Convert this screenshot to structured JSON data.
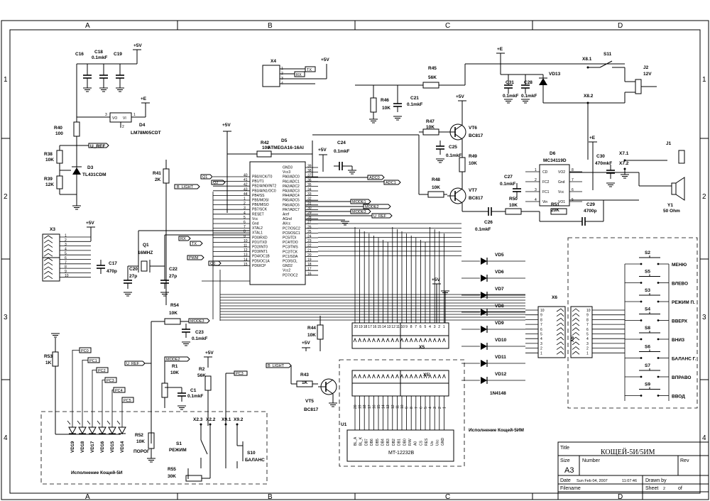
{
  "frame": {
    "columns": [
      "A",
      "B",
      "C",
      "D"
    ],
    "rows": [
      "1",
      "2",
      "3",
      "4"
    ]
  },
  "power": {
    "plus5v": "+5V",
    "plus_e": "+E"
  },
  "components": {
    "C16": "C16",
    "C18": "C18",
    "C18_val": "0.1mkF",
    "C19": "C19",
    "D4": "D4",
    "D4_part": "LM78M05CDT",
    "D4_vo": "VO",
    "D4_vi": "VI",
    "D4_pin3": "3",
    "D4_pin1": "1",
    "D4_pin2": "2",
    "R40": "R40",
    "R40_val": "100",
    "R38": "R38",
    "R38_val": "10K",
    "R39": "R39",
    "R39_val": "12K",
    "D3": "D3",
    "D3_part": "TL431CDM",
    "R41": "R41",
    "R41_val": "2K",
    "X4": "X4",
    "R42": "R42",
    "R42_val": "100",
    "D5": "D5",
    "D5_part": "ATMEGA16-16AI",
    "C24": "C24",
    "C24_val": "0.1mkF",
    "X3": "X3",
    "C17": "C17",
    "C17_val": "470p",
    "Q1": "Q1",
    "Q1_val": "16MHZ",
    "C20": "C20",
    "C20_val": "27p",
    "C22": "C22",
    "C22_val": "27p",
    "R45": "R45",
    "R45_val": "56K",
    "R46": "R46",
    "R46_val": "10K",
    "C21": "C21",
    "C21_val": "0.1mkF",
    "R47": "R47",
    "R47_val": "10K",
    "VT6": "VT6",
    "VT6_part": "BC817",
    "C25": "C25",
    "C25_val": "0.1mkF",
    "R49": "R49",
    "R49_val": "10K",
    "R48": "R48",
    "R48_val": "10K",
    "VT7": "VT7",
    "VT7_part": "BC817",
    "C26": "C26",
    "C26_val": "0.1mkF",
    "C31": "C31",
    "C31_val": "0.1mkF",
    "C28": "C28",
    "C28_val": "0.1mkF",
    "VD13": "VD13",
    "X81": "X8.1",
    "X82": "X8.2",
    "S11": "S11",
    "J2": "J2",
    "J2_val": "12V",
    "D6": "D6",
    "D6_part": "MC34119D",
    "C27": "C27",
    "C27_val": "0.1mkF",
    "R50": "R50",
    "R50_val": "10K",
    "R51": "R51",
    "R51_val": "20K",
    "C29": "C29",
    "C29_val": "4700p",
    "C30": "C30",
    "C30_val": "470mkF",
    "X71": "X7.1",
    "X72": "X7.2",
    "J1": "J1",
    "Y1": "Y1",
    "Y1_val": "50 Ohm",
    "R54": "R54",
    "R54_val": "10K",
    "C23": "C23",
    "C23_val": "0.1mkF",
    "R44": "R44",
    "R44_val": "10K",
    "X5": "X5",
    "X5b": "X5'",
    "R43": "R43",
    "R43_val": "1K",
    "VT5": "VT5",
    "VT5_part": "BC817",
    "U1": "U1",
    "U1_part": "MT-12232B",
    "X6": "X6",
    "X6b": "X6'",
    "R53": "R53",
    "R53_val": "1K",
    "R1": "R1",
    "R1_val": "10K",
    "R2": "R2",
    "R2_val": "56K",
    "C1": "C1",
    "C1_val": "0.1mkF",
    "R52": "R52",
    "R52_val": "10K",
    "R52_name": "ПОРОГ",
    "S1": "S1",
    "S1_name": "РЕЖИМ",
    "R55": "R55",
    "R55_val": "30K",
    "S10": "S10",
    "S10_name": "БАЛАНС",
    "X23": "X2.3",
    "X22": "X2.2",
    "X91": "X9.1",
    "X92": "X9.2",
    "diode_type": "1N4148",
    "variant_5i": "Исполнение Кощей-5И",
    "variant_5im": "Исполнение Кощей-5ИМ"
  },
  "mcu_pins": {
    "left": [
      {
        "num": "40",
        "name": "PB0/XCK/T0"
      },
      {
        "num": "41",
        "name": "PB1/T1"
      },
      {
        "num": "42",
        "name": "PB2/AIN0/INT2"
      },
      {
        "num": "43",
        "name": "PB3/AIN1/OC0"
      },
      {
        "num": "44",
        "name": "PB4/SS"
      },
      {
        "num": "1",
        "name": "PB5/MOSI"
      },
      {
        "num": "2",
        "name": "PB6/MISO"
      },
      {
        "num": "3",
        "name": "PB7/SCK"
      },
      {
        "num": "4",
        "name": "RESET"
      },
      {
        "num": "5",
        "name": "Vcc"
      },
      {
        "num": "6",
        "name": "Gnd"
      },
      {
        "num": "7",
        "name": "XTAL2"
      },
      {
        "num": "8",
        "name": "XTAL1"
      },
      {
        "num": "9",
        "name": "PD0/RXD"
      },
      {
        "num": "10",
        "name": "PD1/TXD"
      },
      {
        "num": "11",
        "name": "PD2/INT0"
      },
      {
        "num": "12",
        "name": "PD3/INT1"
      },
      {
        "num": "13",
        "name": "PD4/OC1B"
      },
      {
        "num": "14",
        "name": "PD5/OC1A"
      },
      {
        "num": "15",
        "name": "PD6/ICP"
      }
    ],
    "right": [
      {
        "num": "39",
        "name": "GND3"
      },
      {
        "num": "38",
        "name": "Vcc3"
      },
      {
        "num": "37",
        "name": "PA0/ADC0"
      },
      {
        "num": "36",
        "name": "PA1/ADC1"
      },
      {
        "num": "35",
        "name": "PA2/ADC2"
      },
      {
        "num": "34",
        "name": "PA3/ADC3"
      },
      {
        "num": "33",
        "name": "PA4/ADC4"
      },
      {
        "num": "32",
        "name": "PA5/ADC5"
      },
      {
        "num": "31",
        "name": "PA6/ADC6"
      },
      {
        "num": "30",
        "name": "PA7/ADC7"
      },
      {
        "num": "29",
        "name": "Aref"
      },
      {
        "num": "28",
        "name": "AGnd"
      },
      {
        "num": "27",
        "name": "AVcc"
      },
      {
        "num": "26",
        "name": "PC7/OSC2"
      },
      {
        "num": "25",
        "name": "PC6/OSC1"
      },
      {
        "num": "24",
        "name": "PC5/TDI"
      },
      {
        "num": "23",
        "name": "PC4/TDO"
      },
      {
        "num": "22",
        "name": "PC3/TMS"
      },
      {
        "num": "21",
        "name": "PC2/TCK"
      },
      {
        "num": "20",
        "name": "PC1/SDA"
      },
      {
        "num": "19",
        "name": "PC0/SCL"
      },
      {
        "num": "18",
        "name": "GND2"
      },
      {
        "num": "17",
        "name": "Vcc2"
      },
      {
        "num": "16",
        "name": "PD7/OC2"
      }
    ]
  },
  "d6_pins": {
    "left": [
      {
        "num": "1",
        "name": "CD"
      },
      {
        "num": "2",
        "name": "FC2"
      },
      {
        "num": "3",
        "name": "FC1"
      },
      {
        "num": "4",
        "name": "Vin"
      }
    ],
    "right": [
      {
        "num": "8",
        "name": "VO2"
      },
      {
        "num": "7",
        "name": "Gnd"
      },
      {
        "num": "6",
        "name": "Vcc"
      },
      {
        "num": "5",
        "name": "VO1"
      }
    ]
  },
  "net_flags": {
    "U_REF": "U_REF",
    "Q1": "Q1",
    "Q2": "Q2",
    "B_LIGHT": "B_LIGHT",
    "RX": "RX",
    "TX": "TX",
    "PWM": "PWM",
    "Q0": "Q0",
    "ADC0": "ADC0",
    "ADC1": "ADC1",
    "MODE1": "MODE1",
    "MODE2": "MODE2",
    "MODE3": "MODE3",
    "PC0": "PC0",
    "PC1": "PC1",
    "PC2": "PC2",
    "PC3": "PC3",
    "PC4": "PC4",
    "PC5": "PC5"
  },
  "buttons": [
    {
      "ref": "S2",
      "label": "МЕНЮ"
    },
    {
      "ref": "S5",
      "label": "ВЛЕВО"
    },
    {
      "ref": "S3",
      "label": "РЕЖИМ П."
    },
    {
      "ref": "S4",
      "label": "ВВЕРХ"
    },
    {
      "ref": "S8",
      "label": "ВНИЗ"
    },
    {
      "ref": "S6",
      "label": "БАЛАНС Г."
    },
    {
      "ref": "S7",
      "label": "ВПРАВО"
    },
    {
      "ref": "S9",
      "label": "ВВОД"
    }
  ],
  "diodes": [
    "VD5",
    "VD6",
    "VD7",
    "VD8",
    "VD9",
    "VD10",
    "VD11",
    "VD12"
  ],
  "leds": [
    "VD19",
    "VD18",
    "VD17",
    "VD16",
    "VD15",
    "VD14"
  ],
  "x5_pins": [
    "20",
    "19",
    "18",
    "17",
    "16",
    "15",
    "14",
    "13",
    "12",
    "11",
    "10",
    "9",
    "8",
    "7",
    "6",
    "5",
    "4",
    "3",
    "2",
    "1"
  ],
  "lcd_pins": [
    "BL_A",
    "BL_K",
    "DB7",
    "DB6",
    "DB5",
    "DB4",
    "DB3",
    "DB2",
    "DB1",
    "DB0",
    "R/W",
    "A0",
    "CS",
    "RES",
    "Uo",
    "Ucc",
    "GND"
  ],
  "title_block": {
    "title_label": "Title",
    "title": "КОЩЕЙ-5И/5ИМ",
    "size_label": "Size",
    "size": "A3",
    "number_label": "Number",
    "rev_label": "Rev",
    "date_label": "Date",
    "date": "Sun Feb 04, 2007",
    "time": "11:07:46",
    "drawn_label": "Drawn by",
    "filename_label": "Filename",
    "sheet_label": "Sheet",
    "sheet": "2",
    "of_label": "of"
  }
}
